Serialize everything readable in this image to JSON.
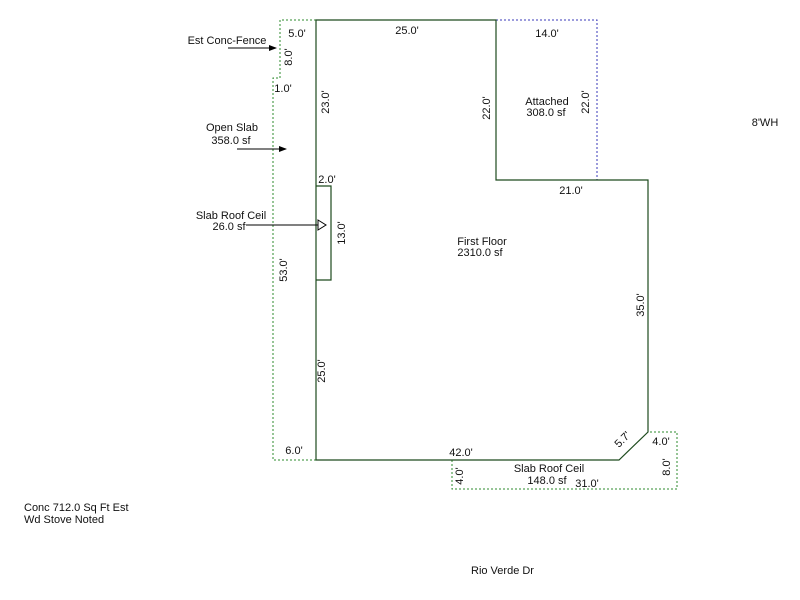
{
  "colors": {
    "main_outline": "#1d4a1d",
    "dotted_green": "#2e8b2e",
    "dotted_blue": "#3a3ab8",
    "text": "#111111",
    "arrow": "#000000"
  },
  "areas": {
    "first_floor": {
      "name": "First Floor",
      "area": "2310.0 sf"
    },
    "attached": {
      "name": "Attached",
      "area": "308.0 sf"
    },
    "open_slab": {
      "name": "Open Slab",
      "area": "358.0 sf"
    },
    "slab_roof_ceil_small": {
      "name": "Slab Roof Ceil",
      "area": "26.0 sf"
    },
    "slab_roof_ceil_bottom": {
      "name": "Slab Roof Ceil",
      "area": "148.0 sf"
    }
  },
  "callouts": {
    "fence": "Est Conc-Fence",
    "wh": "8'WH"
  },
  "dimensions": {
    "top_25": "25.0'",
    "attached_top_14": "14.0'",
    "attached_left_22": "22.0'",
    "attached_right_22": "22.0'",
    "right_step_21": "21.0'",
    "right_35": "35.0'",
    "bottom_42": "42.0'",
    "diag_5_7": "5.7'",
    "left_upper_23": "23.0'",
    "left_lower_25": "25.0'",
    "notch_2": "2.0'",
    "notch_13": "13.0'",
    "slab_top_5": "5.0'",
    "slab_8": "8.0'",
    "slab_1": "1.0'",
    "slab_53": "53.0'",
    "slab_bottom_6": "6.0'",
    "bslab_4_left": "4.0'",
    "bslab_31": "31.0'",
    "bslab_4_right": "4.0'",
    "bslab_8": "8.0'"
  },
  "notes": {
    "line1": "Conc 712.0 Sq Ft Est",
    "line2": "Wd Stove Noted",
    "street": "Rio Verde Dr"
  }
}
